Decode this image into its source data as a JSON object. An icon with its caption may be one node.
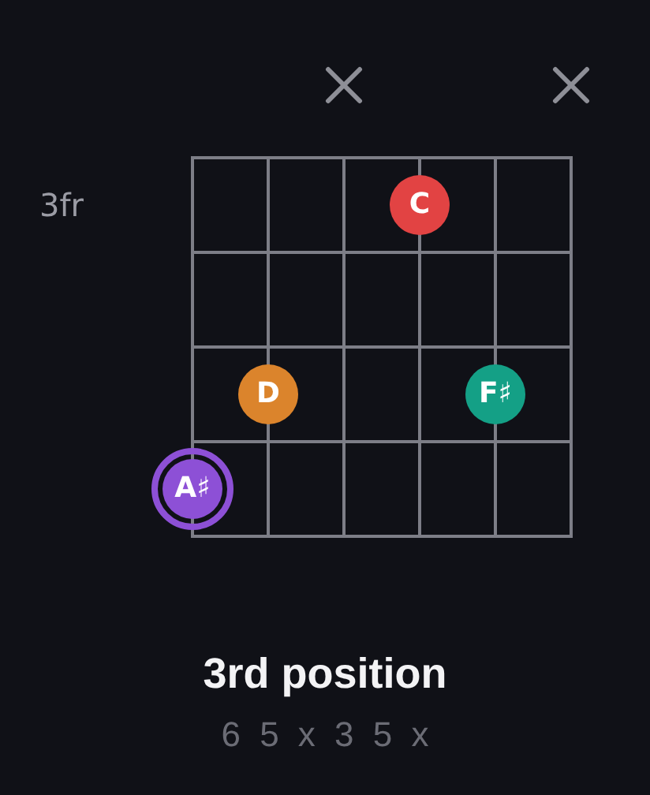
{
  "diagram": {
    "title": "3rd position",
    "caption": "6 5 x 3 5 x",
    "nodes": [
      {
        "text": [
          "C"
        ]
      },
      {
        "text": [
          "D"
        ]
      },
      {
        "text": [
          "F♯"
        ]
      },
      {
        "text": [
          "A♯"
        ]
      }
    ],
    "labels": [
      "3fr"
    ]
  }
}
